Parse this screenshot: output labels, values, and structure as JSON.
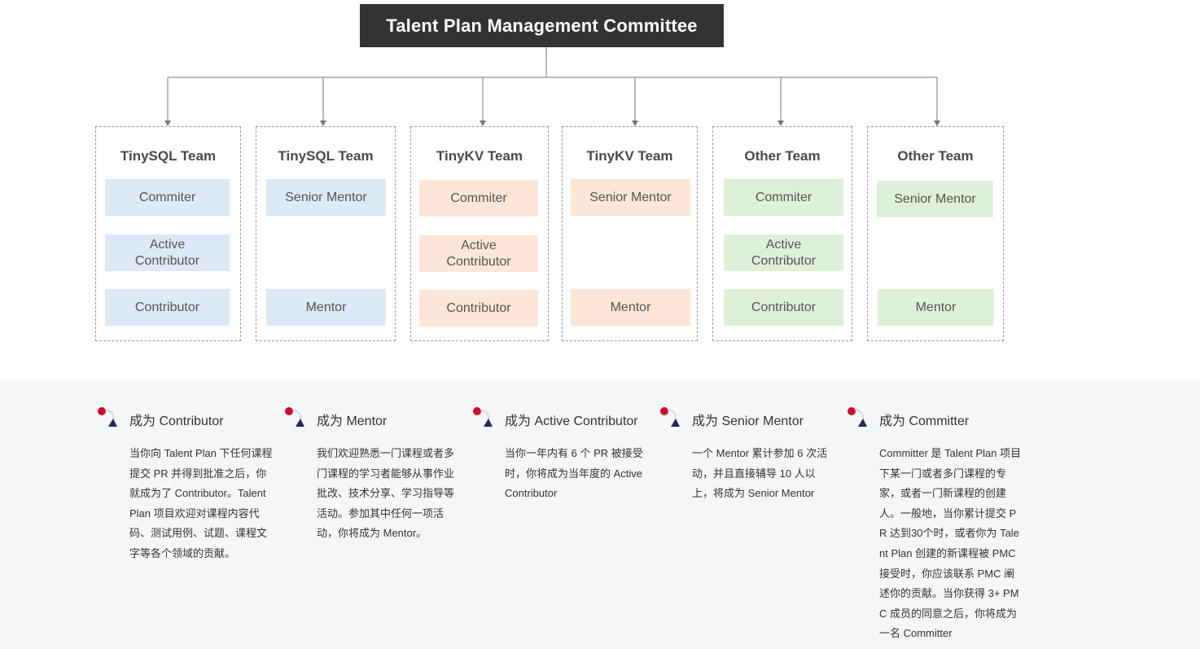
{
  "diagram": {
    "title": "Talent Plan Management Committee",
    "teams": [
      {
        "name": "TinySQL Team",
        "roles": [
          "Commiter",
          "Active Contributor",
          "Contributor"
        ]
      },
      {
        "name": "TinySQL Team",
        "roles": [
          "Senior Mentor",
          "Mentor"
        ]
      },
      {
        "name": "TinyKV Team",
        "roles": [
          "Commiter",
          "Active Contributor",
          "Contributor"
        ]
      },
      {
        "name": "TinyKV Team",
        "roles": [
          "Senior Mentor",
          "Mentor"
        ]
      },
      {
        "name": "Other Team",
        "roles": [
          "Commiter",
          "Active Contributor",
          "Contributor"
        ]
      },
      {
        "name": "Other Team",
        "roles": [
          "Senior Mentor",
          "Mentor"
        ]
      }
    ],
    "colors": {
      "tinysql": "#dde9f7",
      "tinykv": "#fbe6d7",
      "other": "#dff0d9",
      "title_bg": "#333333"
    }
  },
  "descriptions": [
    {
      "title": "成为 Contributor",
      "body": "当你向 Talent Plan 下任何课程提交 PR 并得到批准之后，你就成为了 Contributor。Talent Plan 项目欢迎对课程内容代码、测试用例、试题、课程文字等各个领域的贡献。"
    },
    {
      "title": "成为 Mentor",
      "body": "我们欢迎熟悉一门课程或者多门课程的学习者能够从事作业批改、技术分享、学习指导等活动。参加其中任何一项活动，你将成为 Mentor。"
    },
    {
      "title": "成为 Active Contributor",
      "body": "当你一年内有 6 个 PR 被接受时，你将成为当年度的 Active Contributor"
    },
    {
      "title": "成为 Senior Mentor",
      "body": "一个 Mentor 累计参加 6 次活动，并且直接辅导 10 人以上，将成为 Senior Mentor"
    },
    {
      "title": "成为 Committer",
      "body": "Committer 是 Talent Plan 项目下某一门或者多门课程的专家，或者一门新课程的创建人。一般地，当你累计提交 PR 达到30个时，或者你为 Talent Plan 创建的新课程被 PMC 接受时，你应该联系 PMC 阐述你的贡献。当你获得 3+ PMC 成员的同意之后，你将成为一名 Committer"
    }
  ]
}
